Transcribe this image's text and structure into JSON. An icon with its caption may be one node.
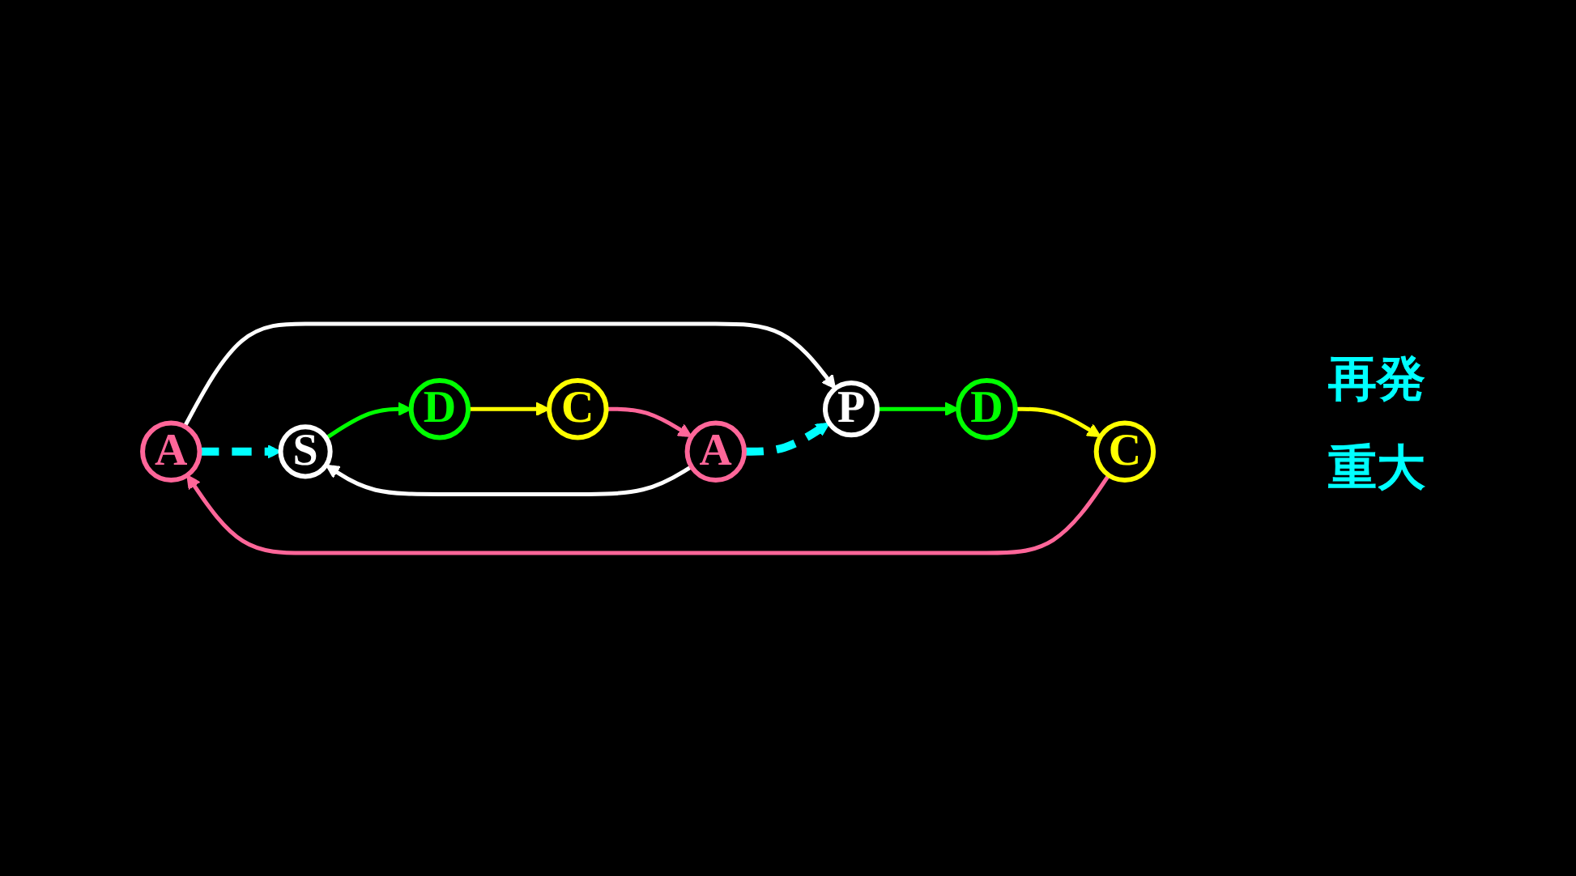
{
  "diagram": {
    "nodes": [
      {
        "text": [
          "A"
        ]
      },
      {
        "text": [
          "S"
        ]
      },
      {
        "text": [
          "C"
        ]
      },
      {
        "text": [
          "P"
        ]
      },
      {
        "text": [
          "A"
        ]
      },
      {
        "text": [
          "D"
        ]
      },
      {
        "text": [
          "D"
        ]
      },
      {
        "text": [
          "C"
        ]
      }
    ],
    "edges": [
      {
        "from": 0,
        "to": 3,
        "arrow": "to",
        "color": "#ffffff"
      },
      {
        "from": 3,
        "to": 6,
        "arrow": "to",
        "color": "#00ff00"
      },
      {
        "from": 6,
        "to": 2,
        "arrow": "to",
        "color": "#ffff00"
      },
      {
        "from": 2,
        "to": 0,
        "arrow": "to",
        "color": "#ff6699"
      },
      {
        "from": 4,
        "to": 1,
        "arrow": "to",
        "color": "#ffffff"
      },
      {
        "from": 1,
        "to": 5,
        "arrow": "to",
        "color": "#00ff00"
      },
      {
        "from": 5,
        "to": 7,
        "arrow": "to",
        "color": "#ffff00"
      },
      {
        "from": 7,
        "to": 4,
        "arrow": "to",
        "color": "#ff6699"
      },
      {
        "from": 0,
        "to": 1,
        "arrow": "to",
        "style": "dashed",
        "color": "#00ffff"
      },
      {
        "from": 4,
        "to": 3,
        "arrow": "to",
        "style": "dashed",
        "color": "#00ffff"
      }
    ],
    "labels": [
      "再発",
      "重大"
    ]
  }
}
